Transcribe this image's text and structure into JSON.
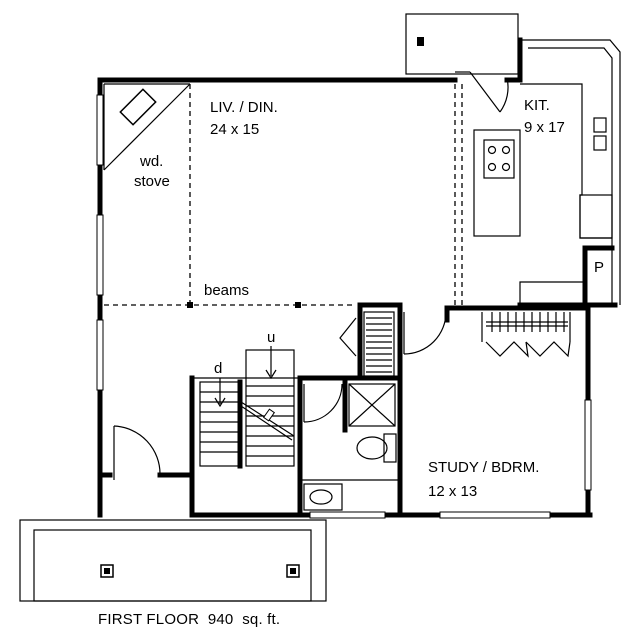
{
  "rooms": {
    "living_dining": {
      "name": "LIV. / DIN.",
      "size": "24 x 15"
    },
    "kitchen": {
      "name": "KIT.",
      "size": "9 x 17"
    },
    "study": {
      "name": "STUDY / BDRM.",
      "size": "12 x 13"
    }
  },
  "labels": {
    "stove_line1": "wd.",
    "stove_line2": "stove",
    "beams": "beams",
    "pantry": "P",
    "stair_down": "d",
    "stair_up": "u"
  },
  "caption": "FIRST FLOOR  940  sq. ft."
}
